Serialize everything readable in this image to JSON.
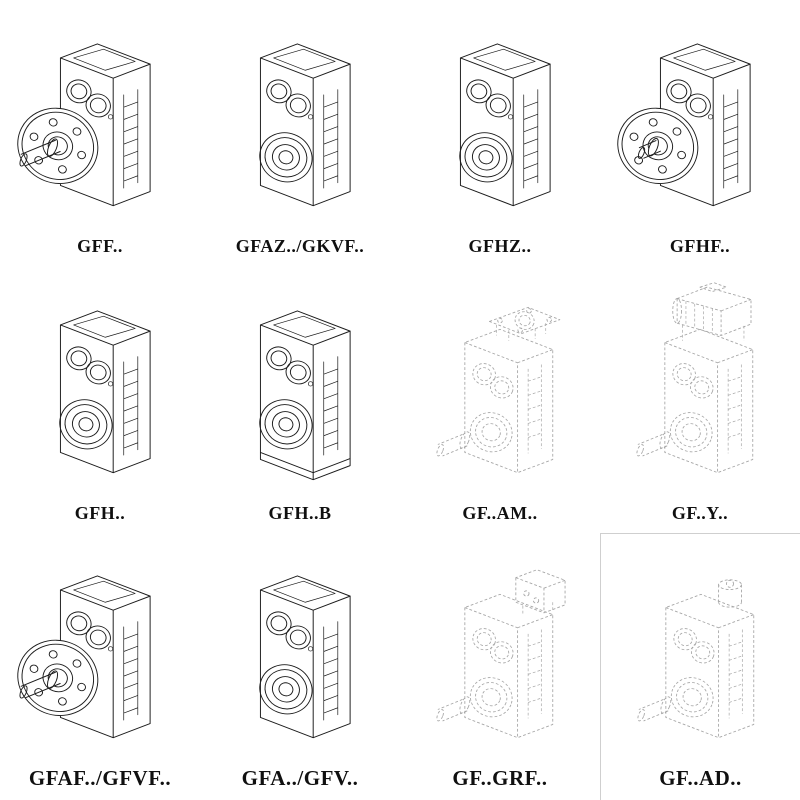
{
  "page": {
    "background": "#ffffff",
    "line_color": "#1c1c1c",
    "ghost_line_color": "#a6a6a6",
    "label_color": "#101010"
  },
  "cells": [
    {
      "label": "GFF..",
      "drawing": "flange-output-gearbox-drawing"
    },
    {
      "label": "GFAZ../GKVF..",
      "drawing": "hollow-shaft-gearbox-drawing"
    },
    {
      "label": "GFHZ..",
      "drawing": "hollow-shaft-gearbox-drawing"
    },
    {
      "label": "GFHF..",
      "drawing": "flange-output-short-shaft-gearbox-drawing"
    },
    {
      "label": "GFH..",
      "drawing": "hollow-shaft-gearbox-drawing"
    },
    {
      "label": "GFH..B",
      "drawing": "foot-mounted-gearbox-drawing"
    },
    {
      "label": "GF..AM..",
      "drawing": "gearbox-with-input-flange-phantom-drawing"
    },
    {
      "label": "GF..Y..",
      "drawing": "gearbox-with-motor-phantom-drawing"
    },
    {
      "label": "GFAF../GFVF..",
      "drawing": "flange-output-gearbox-drawing"
    },
    {
      "label": "GFA../GFV..",
      "drawing": "hollow-shaft-gearbox-drawing"
    },
    {
      "label": "GF..GRF..",
      "drawing": "gearbox-with-adapter-phantom-drawing"
    },
    {
      "label": "GF..AD..",
      "drawing": "gearbox-with-input-stub-phantom-drawing"
    }
  ]
}
